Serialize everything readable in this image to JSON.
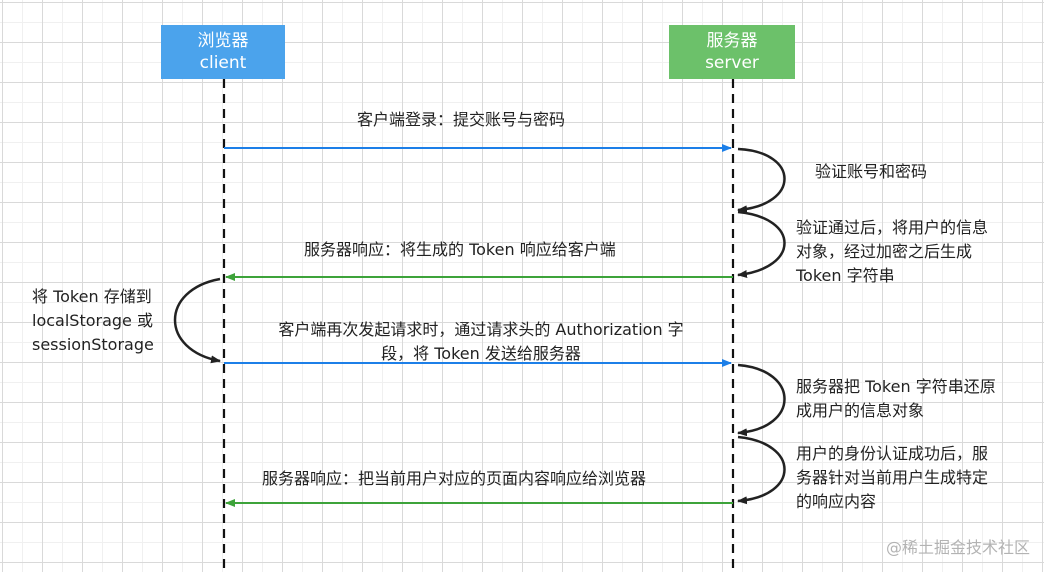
{
  "colors": {
    "client": "#4ba3ec",
    "server": "#6cc16a",
    "request_arrow": "#1c7fe8",
    "response_arrow": "#3da33a",
    "self_arrow": "#222222"
  },
  "actors": {
    "client": {
      "name": "浏览器",
      "sub": "client"
    },
    "server": {
      "name": "服务器",
      "sub": "server"
    }
  },
  "messages": {
    "login": "客户端登录：提交账号与密码",
    "response_token": "服务器响应：将生成的 Token 响应给客户端",
    "request_auth_1": "客户端再次发起请求时，通过请求头的 Authorization 字",
    "request_auth_2": "段，将 Token 发送给服务器",
    "response_content": "服务器响应：把当前用户对应的页面内容响应给浏览器"
  },
  "notes": {
    "verify": "验证账号和密码",
    "generate_1": "验证通过后，将用户的信息",
    "generate_2": "对象，经过加密之后生成",
    "generate_3": "Token 字符串",
    "store_1": "将 Token 存储到",
    "store_2": "localStorage 或",
    "store_3": "sessionStorage",
    "restore_1": "服务器把 Token 字符串还原",
    "restore_2": "成用户的信息对象",
    "respond_1": "用户的身份认证成功后，服",
    "respond_2": "务器针对当前用户生成特定",
    "respond_3": "的响应内容"
  },
  "watermark": "@稀土掘金技术社区"
}
